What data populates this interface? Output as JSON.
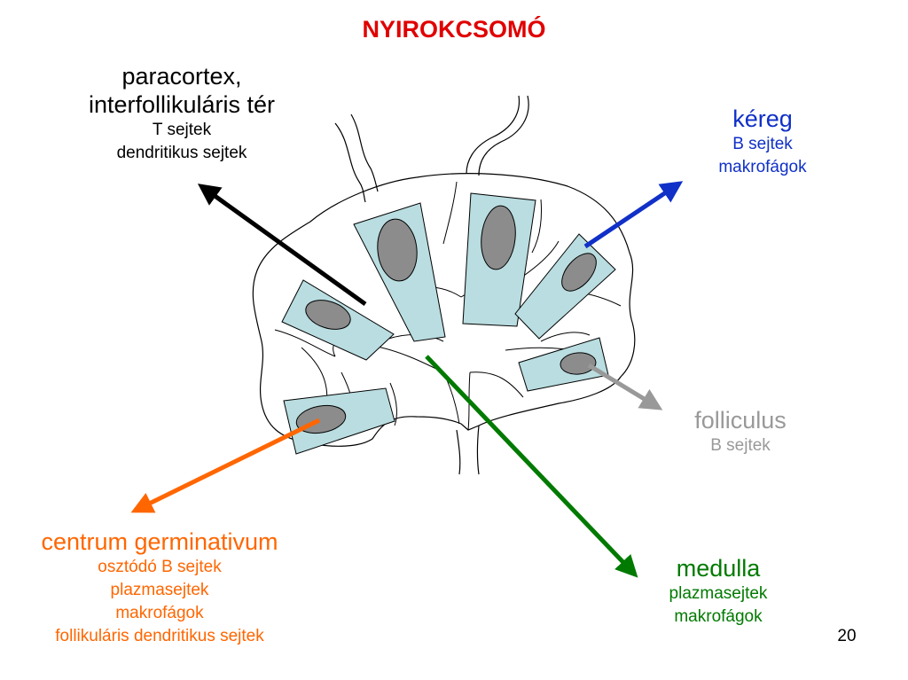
{
  "title": "NYIROKCSOMÓ",
  "page_number": "20",
  "colors": {
    "title": "#e00000",
    "paracortex": "#000000",
    "kereg": "#1030c8",
    "folliculus": "#999999",
    "centrum": "#ff6600",
    "medulla": "#007a00",
    "follicle_fill": "#b9dde0",
    "nucleus_fill": "#8c8c8c"
  },
  "labels": {
    "paracortex": {
      "heading": [
        "paracortex,",
        "interfollikuláris tér"
      ],
      "lines": [
        "T sejtek",
        "dendritikus sejtek"
      ]
    },
    "kereg": {
      "heading": [
        "kéreg"
      ],
      "lines": [
        "B sejtek",
        "makrofágok"
      ]
    },
    "folliculus": {
      "heading": [
        "folliculus"
      ],
      "lines": [
        "B sejtek"
      ]
    },
    "centrum": {
      "heading": [
        "centrum germinativum"
      ],
      "lines": [
        "osztódó B sejtek",
        "plazmasejtek",
        "makrofágok",
        "follikuláris dendritikus sejtek"
      ]
    },
    "medulla": {
      "heading": [
        "medulla"
      ],
      "lines": [
        "plazmasejtek",
        "makrofágok"
      ]
    }
  }
}
